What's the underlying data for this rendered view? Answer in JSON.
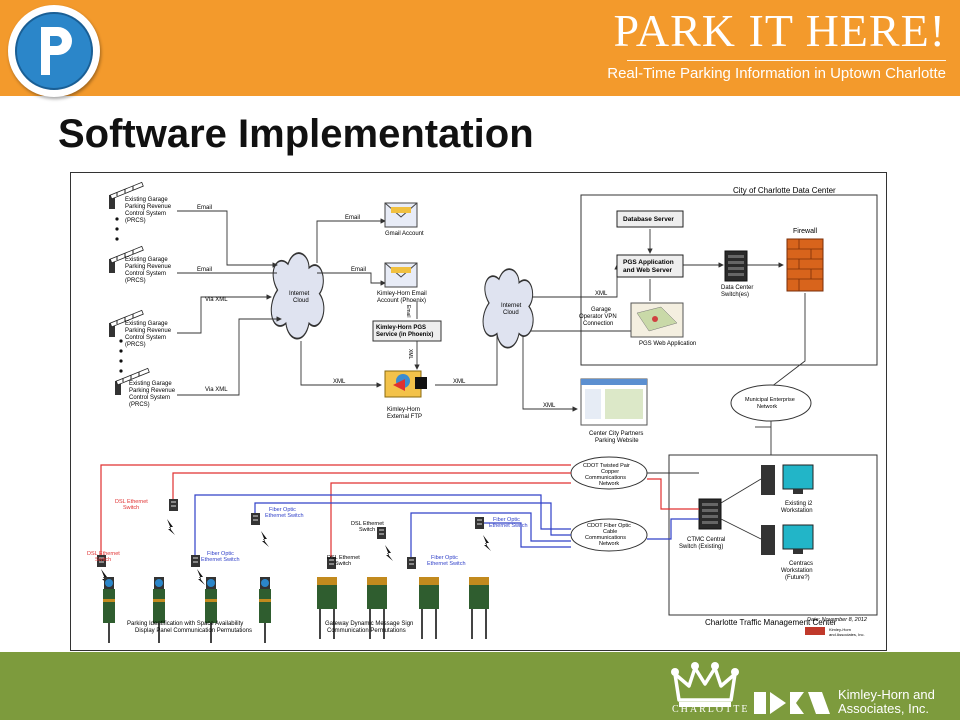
{
  "header": {
    "title": "PARK IT HERE!",
    "subtitle": "Real-Time Parking Information in Uptown Charlotte",
    "logo_icon": "parking-p-icon",
    "bg_color": "#f39a2c"
  },
  "slide": {
    "title": "Software Implementation"
  },
  "diagram": {
    "garages": [
      "Existing Garage Parking Revenue Control System (PRCS)",
      "Existing Garage Parking Revenue Control System (PRCS)",
      "Existing Garage Parking Revenue Control System (PRCS)",
      "Existing Garage Parking Revenue Control System (PRCS)"
    ],
    "internet_cloud_left": "Internet Cloud",
    "internet_cloud_right": "Internet Cloud",
    "gmail": "Gmail Account",
    "kh_email": "Kimley-Horn Email Account (Phoenix)",
    "kh_pgs": "Kimley-Horn PGS Service (in Phoenix)",
    "kh_ftp": "Kimley-Horn External FTP",
    "data_center": "City of Charlotte Data Center",
    "database_server": "Database Server",
    "pgs_app": "PGS Application and Web Server",
    "dc_switch": "Data Center Switch(es)",
    "firewall": "Firewall",
    "vpn": "Garage Operator VPN Connection",
    "pgs_web_app": "PGS Web Application",
    "ccp_site": "Center City Partners Parking Website",
    "municipal": "Municipal Enterprise Network",
    "cdot_copper": "CDOT Twisted Pair Copper Communications Network",
    "cdot_fiber": "CDOT Fiber Optic Cable Communications Network",
    "ctmc_switch": "CTMC Central Switch (Existing)",
    "i2": "Existing i2 Workstation",
    "centracs": "Centracs Workstation (Future?)",
    "tmc": "Charlotte Traffic Management Center",
    "dsl_switch": "DSL Ethernet Switch",
    "fiber_switch": "Fiber Optic Ethernet Switch",
    "edge_labels": {
      "email": "Email",
      "via_xml": "Via XML",
      "xml": "XML"
    },
    "caption_left": "Parking Identification with Space Availability Display Panel Communication Permutations",
    "caption_right": "Gateway Dynamic Message Sign Communication Permutations",
    "date": "Date: November 8, 2012",
    "kha_small": "Kimley-Horn and Associates, Inc.",
    "colors": {
      "copper": "#e03030",
      "fiber": "#3040c8",
      "line": "#333333"
    }
  },
  "footer": {
    "city": "CHARLOTTE",
    "kha": "Kimley-Horn and Associates, Inc.",
    "crown_icon": "charlotte-crown-icon",
    "kha_icon": "kimley-horn-logo-icon",
    "bg_color": "#7d9b3d"
  }
}
